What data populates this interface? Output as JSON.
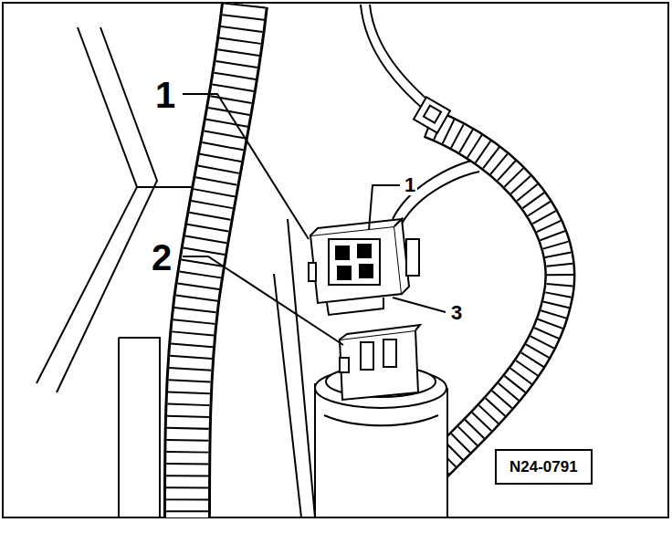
{
  "diagram": {
    "nodes": [
      {
        "text": [
          "N24-0791"
        ]
      }
    ],
    "labels": [
      "1",
      "2",
      "1",
      "3"
    ]
  }
}
